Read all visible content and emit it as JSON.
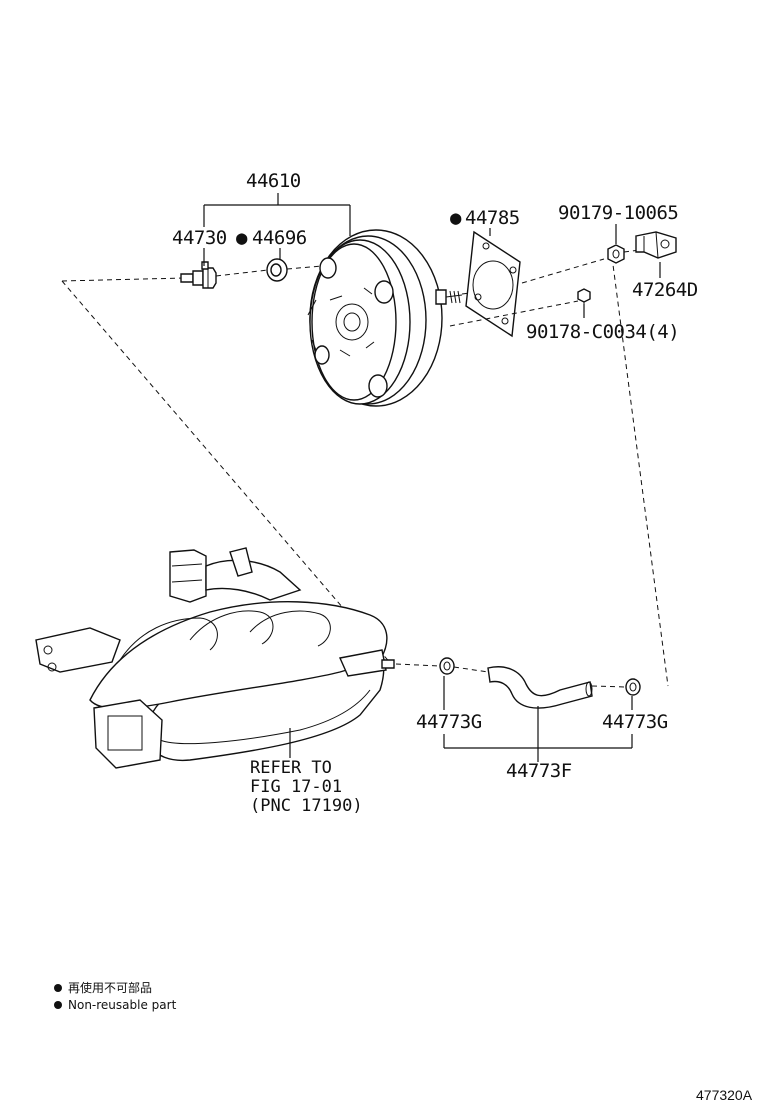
{
  "parts": {
    "booster_assy": "44610",
    "check_valve": "44730",
    "grommet": "44696",
    "gasket": "44785",
    "nut": "90179-10065",
    "bracket": "47264D",
    "bolt": "90178-C0034(4)",
    "clip_left": "44773G",
    "clip_right": "44773G",
    "hose": "44773F",
    "non_reusable_marker": "●"
  },
  "reference": {
    "line1": "REFER TO",
    "line2": "FIG 17-01",
    "line3": "(PNC 17190)"
  },
  "legend": {
    "japanese": "再使用不可部品",
    "english": "Non-reusable part"
  },
  "illustration_code": "477320A"
}
